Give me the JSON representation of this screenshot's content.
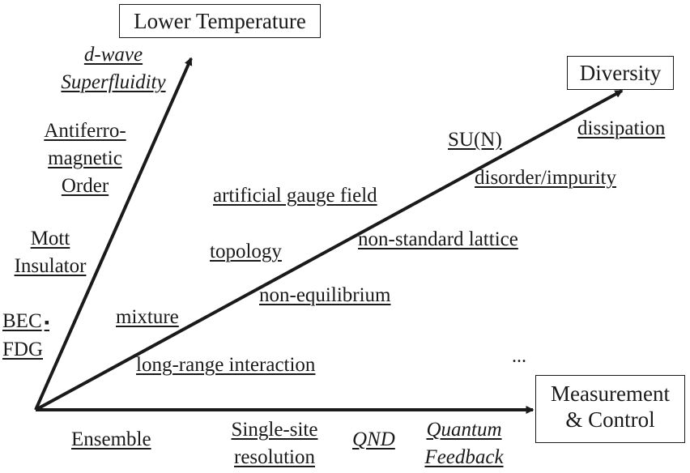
{
  "axes": {
    "temperature": {
      "title": "Lower Temperature",
      "items": [
        "BEC・FDG",
        "Mott Insulator",
        "Antiferro-magnetic Order",
        "d-wave Superfluidity"
      ]
    },
    "diversity": {
      "title": "Diversity"
    },
    "measurement": {
      "title_line1": "Measurement",
      "title_line2": "& Control",
      "items": [
        "Ensemble",
        "Single-site resolution",
        "QND",
        "Quantum Feedback"
      ]
    }
  },
  "labels": {
    "bec_line1": "BEC",
    "bec_dot": "▪",
    "bec_line2": "FDG",
    "mott_line1": "Mott",
    "mott_line2": "Insulator",
    "antiferro_line1": "Antiferro-",
    "antiferro_line2": "magnetic",
    "antiferro_line3": "Order",
    "dwave_line1": "d-wave",
    "dwave_line2": "Superfluidity",
    "mixture": "mixture",
    "long_range": "long-range interaction",
    "topology": "topology",
    "gauge": "artificial gauge field",
    "non_equilibrium": "non-equilibrium",
    "non_standard_lattice": "non-standard lattice",
    "sun": "SU(N)",
    "disorder": "disorder/impurity",
    "dissipation": "dissipation",
    "ellipsis": "...",
    "ensemble": "Ensemble",
    "single_site_line1": "Single-site",
    "single_site_line2": "resolution",
    "qnd": "QND",
    "feedback_line1": "Quantum",
    "feedback_line2": "Feedback"
  },
  "colors": {
    "ink": "#1a1a1a",
    "background": "#ffffff"
  }
}
